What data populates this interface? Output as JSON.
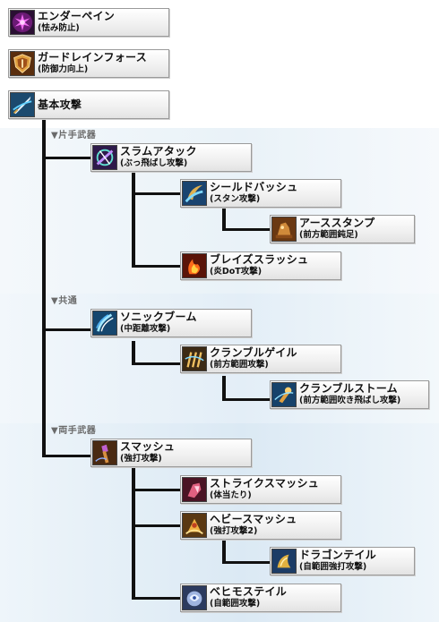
{
  "sections": {
    "one_hand": "▼片手武器",
    "common": "▼共通",
    "two_hand": "▼両手武器"
  },
  "skills": {
    "endure_pain": {
      "name": "エンダーペイン",
      "note": "(怯み防止)",
      "icon": "pink-sparkle-figure-icon",
      "color": "#c83cbe"
    },
    "guard_reinforce": {
      "name": "ガードレインフォース",
      "note": "(防御力向上)",
      "icon": "shield-icon",
      "color": "#b8741e"
    },
    "basic_attack": {
      "name": "基本攻撃",
      "note": "",
      "icon": "sword-slash-icon",
      "color": "#3f8fd0"
    },
    "slam_attack": {
      "name": "スラムアタック",
      "note": "(ぶっ飛ばし攻撃)",
      "icon": "purple-slash-icon",
      "color": "#4c2c7a"
    },
    "shield_bash": {
      "name": "シールドバッシュ",
      "note": "(スタン攻撃)",
      "icon": "blue-shield-bash-icon",
      "color": "#2a6fc0"
    },
    "earth_stamp": {
      "name": "アーススタンプ",
      "note": "(前方範囲鈍足)",
      "icon": "earth-foot-icon",
      "color": "#9c5a22"
    },
    "blaze_slash": {
      "name": "ブレイズスラッシュ",
      "note": "(炎DoT攻撃)",
      "icon": "fire-slash-icon",
      "color": "#c8321e"
    },
    "sonic_boom": {
      "name": "ソニックブーム",
      "note": "(中距離攻撃)",
      "icon": "sonic-wave-icon",
      "color": "#2f8fd6"
    },
    "crumble_gale": {
      "name": "クランブルゲイル",
      "note": "(前方範囲攻撃)",
      "icon": "claw-gale-icon",
      "color": "#d08a2a"
    },
    "crumble_storm": {
      "name": "クランブルストーム",
      "note": "(前方範囲吹き飛ばし攻撃)",
      "icon": "storm-strike-icon",
      "color": "#2f7fd0"
    },
    "smash": {
      "name": "スマッシュ",
      "note": "(強打攻撃)",
      "icon": "hammer-smash-icon",
      "color": "#c07030"
    },
    "strike_smash": {
      "name": "ストライクスマッシュ",
      "note": "(体当たり)",
      "icon": "body-charge-icon",
      "color": "#b03050"
    },
    "heavy_smash": {
      "name": "ヘビースマッシュ",
      "note": "(強打攻撃2)",
      "icon": "heavy-smash-icon",
      "color": "#d0902a"
    },
    "dragon_tail": {
      "name": "ドラゴンテイル",
      "note": "(自範囲強打攻撃)",
      "icon": "dragon-tail-icon",
      "color": "#c8a030"
    },
    "behemoth_tail": {
      "name": "ベヒモステイル",
      "note": "(自範囲攻撃)",
      "icon": "behemoth-tail-icon",
      "color": "#7090c0"
    }
  }
}
